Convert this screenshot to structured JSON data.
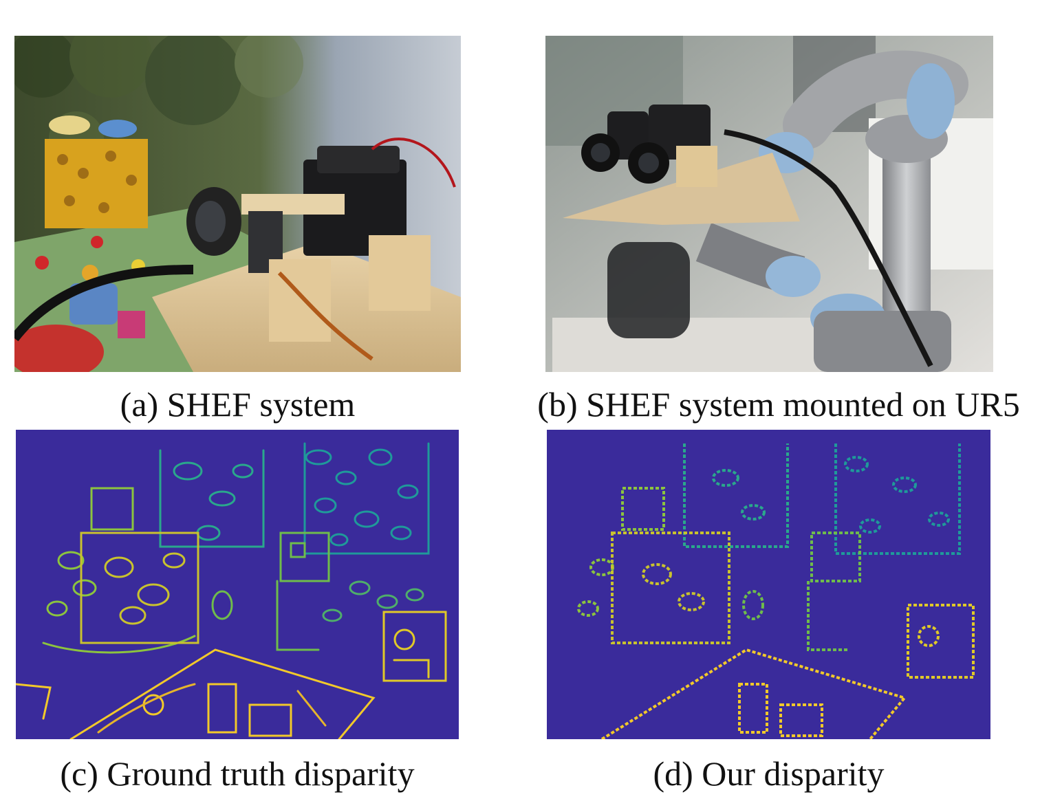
{
  "figure": {
    "panels": [
      {
        "id": "a",
        "caption": "(a) SHEF system",
        "kind": "photo"
      },
      {
        "id": "b",
        "caption": "(b) SHEF system mounted on UR5",
        "kind": "photo"
      },
      {
        "id": "c",
        "caption": "(c) Ground truth disparity",
        "kind": "disparity-map"
      },
      {
        "id": "d",
        "caption": "(d) Our disparity",
        "kind": "disparity-map"
      }
    ],
    "colors": {
      "disparity_background": "#3a2b9b",
      "colormap": [
        "#3b2f9e",
        "#2d6fb8",
        "#1f9a9a",
        "#3bb27a",
        "#8cc43e",
        "#d6c22b",
        "#f2d51f"
      ]
    }
  }
}
